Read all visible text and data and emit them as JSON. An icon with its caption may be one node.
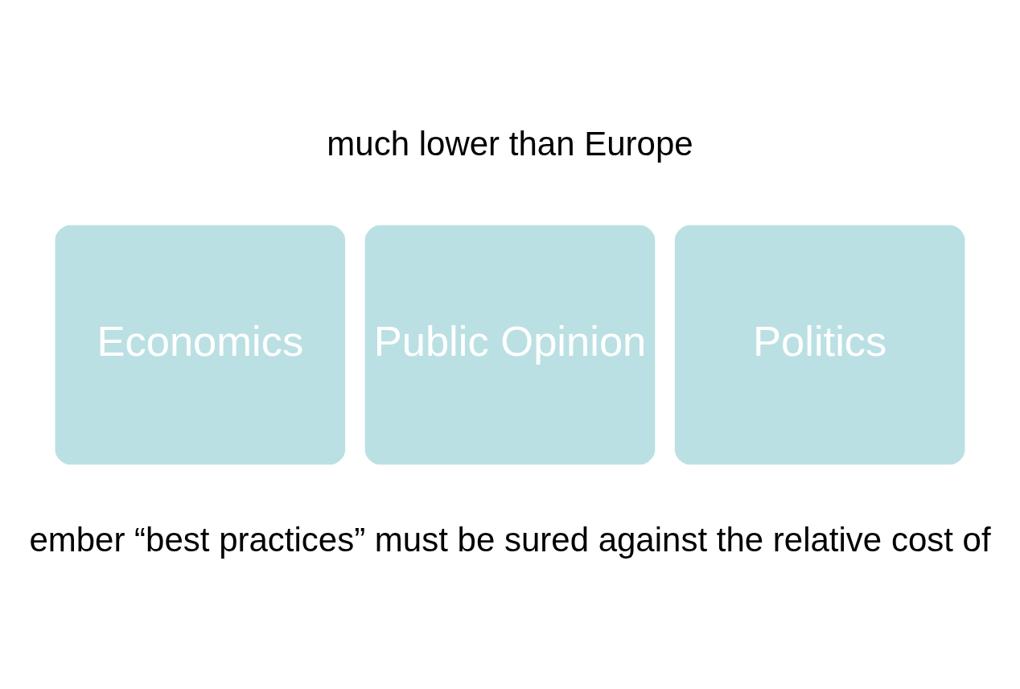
{
  "diagram": {
    "nodes": [
      {
        "text": [
          "Economics"
        ]
      },
      {
        "text": [
          "Public Opinion"
        ]
      },
      {
        "text": [
          "Politics"
        ]
      }
    ],
    "labels": [
      "much lower than Europe",
      "ember “best practices” must be sured against the relative cost of"
    ]
  }
}
